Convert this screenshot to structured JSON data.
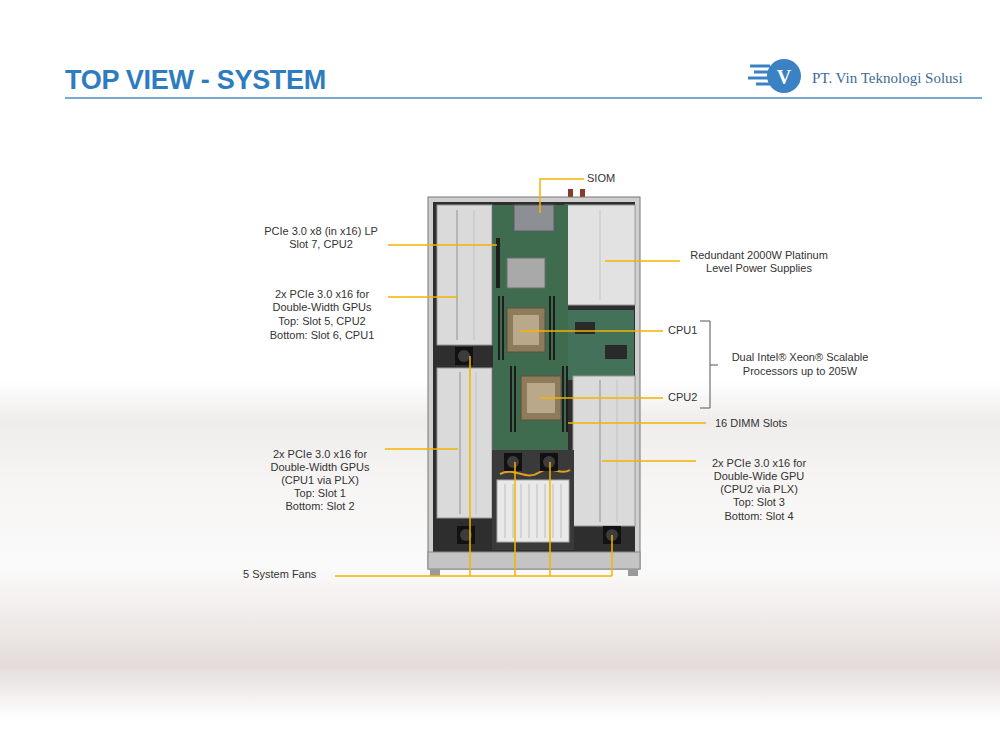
{
  "diagram": {
    "title": "TOP VIEW - SYSTEM",
    "labels": [
      "V",
      "PT. Vin Teknologi Solusi",
      "SIOM",
      "PCIe 3.0 x8 (in x16) LP",
      "Slot 7, CPU2",
      "2x PCIe 3.0 x16 for",
      "Double-Width GPUs",
      "Top: Slot 5, CPU2",
      "Bottom: Slot 6, CPU1",
      "Redundant 2000W Platinum",
      "Level Power Supplies",
      "CPU1",
      "Dual Intel® Xeon® Scalable",
      "Processors up to 205W",
      "CPU2",
      "16 DIMM Slots",
      "2x PCIe 3.0 x16 for",
      "Double-Width GPUs",
      "(CPU1 via PLX)",
      "Top: Slot 1",
      "Bottom: Slot 2",
      "2x PCIe 3.0 x16 for",
      "Double-Wide GPU",
      "(CPU2 via PLX)",
      "Top: Slot 3",
      "Bottom: Slot 4",
      "5 System Fans"
    ]
  }
}
